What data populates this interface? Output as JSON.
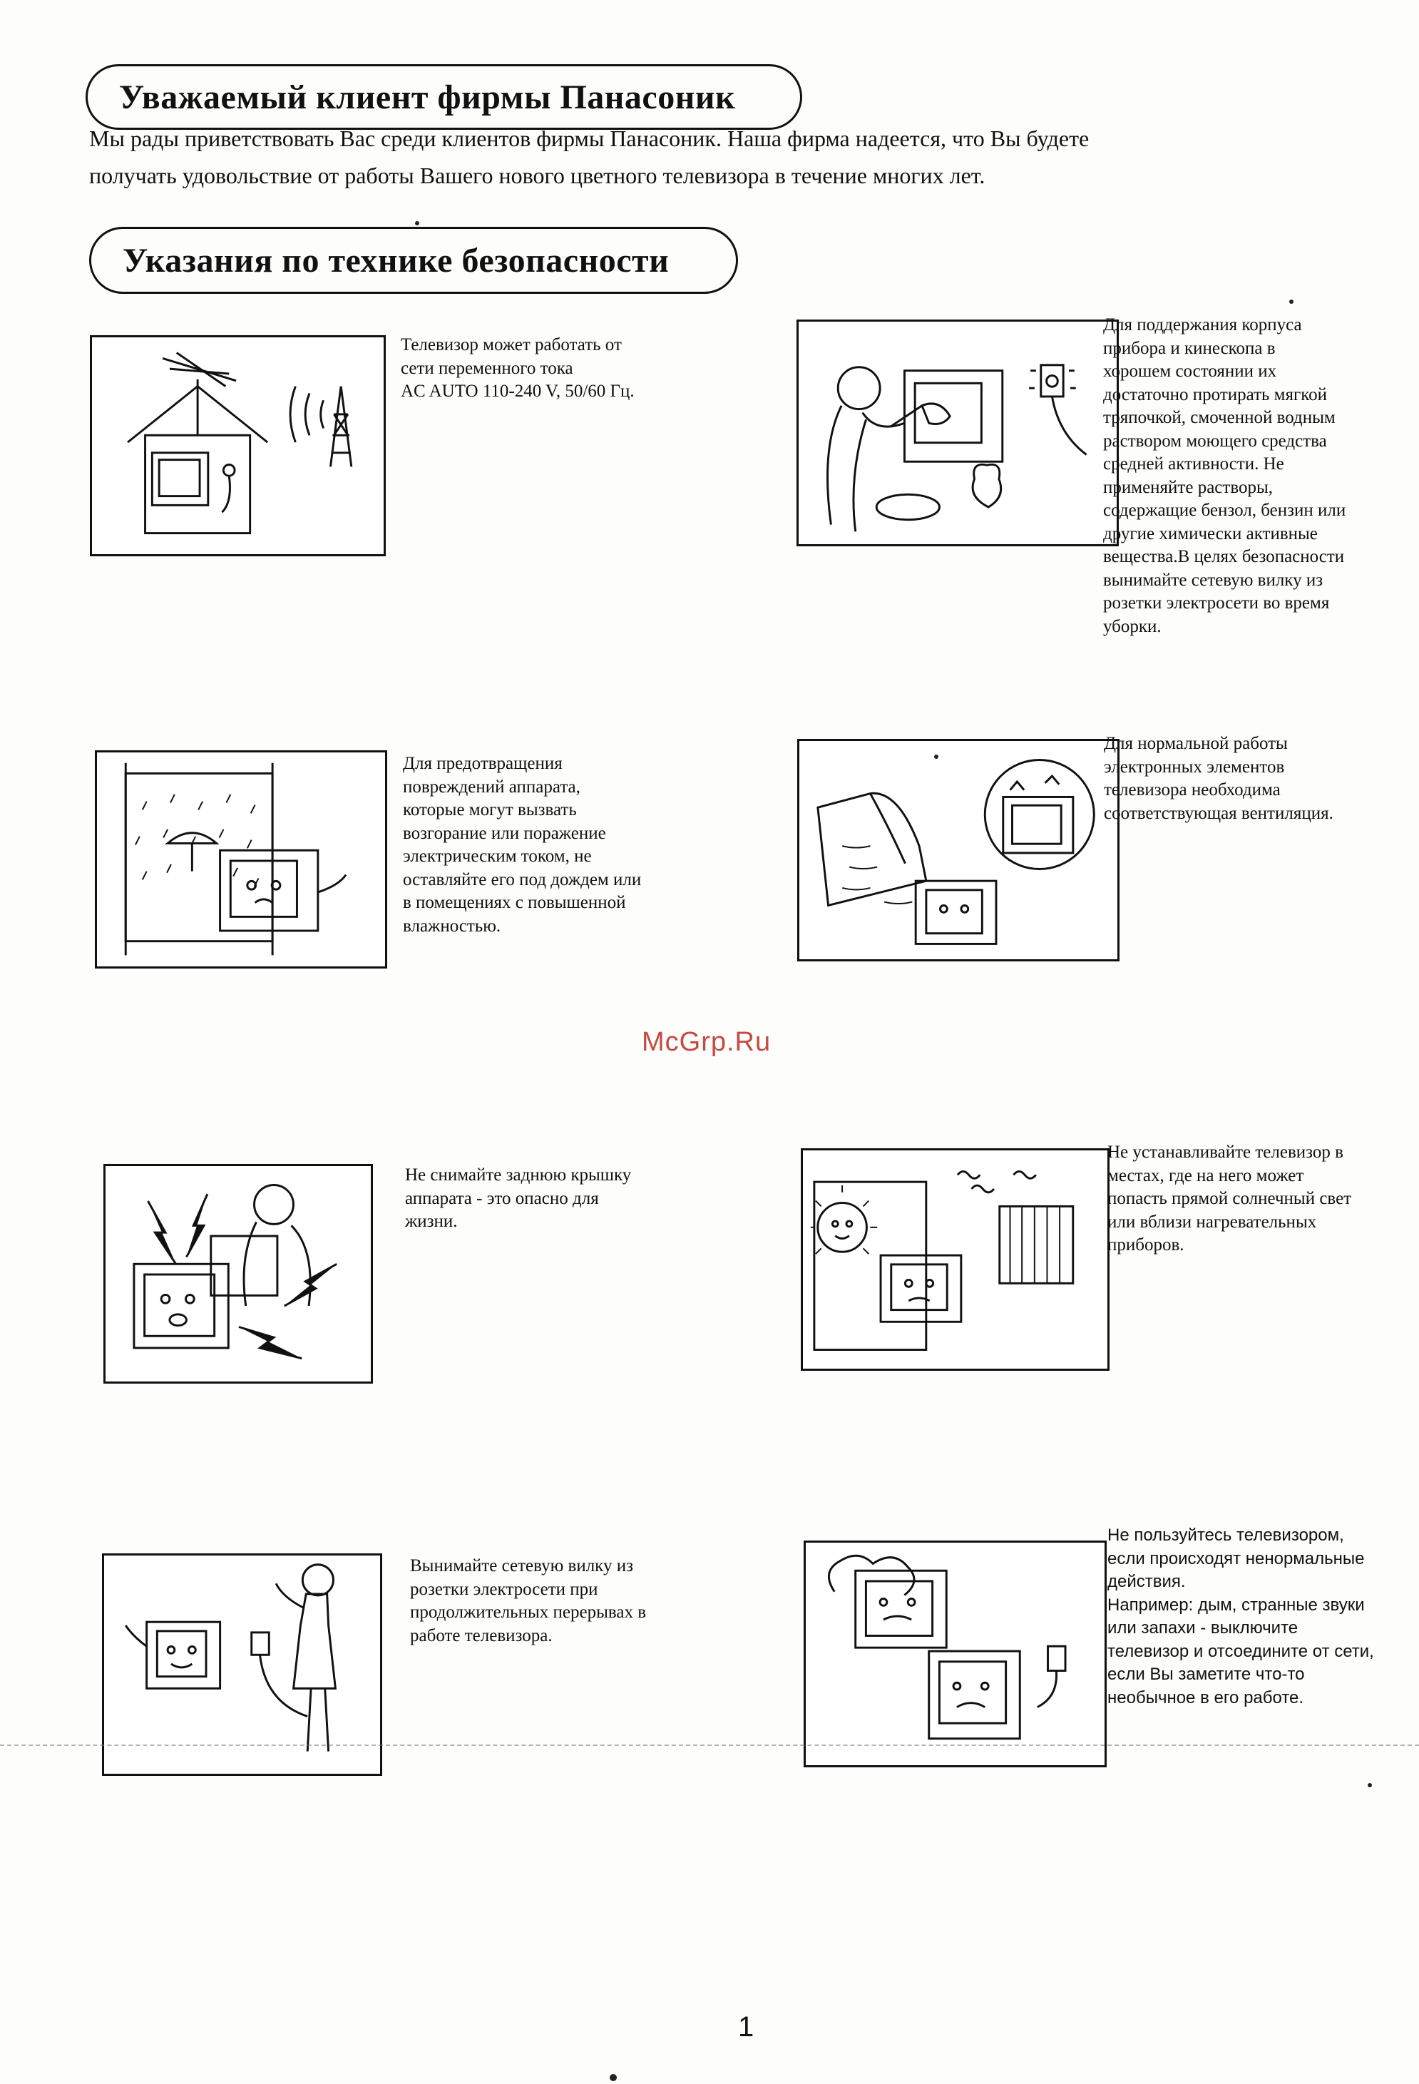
{
  "header": {
    "title": "Уважаемый клиент фирмы Панасоник",
    "intro": [
      "Мы рады приветствовать Вас среди клиентов фирмы Панасоник. Наша фирма надеется, что Вы будете",
      "получать удовольствие от работы Вашего нового цветного телевизора в течение многих лет."
    ]
  },
  "safety": {
    "title": "Указания по технике безопасности",
    "items": [
      {
        "icon": "house-antenna-icon",
        "text": "Телевизор может работать от\nсети переменного тока\nAC AUTO 110-240 V, 50/60 Гц."
      },
      {
        "icon": "cleaning-tv-icon",
        "text": "Для поддержания корпуса\nприбора и кинескопа в\nхорошем состоянии их\nдостаточно протирать мягкой\nтряпочкой, смоченной водным\nраствором моющего средства\nсредней активности. Не\nприменяйте растворы,\nсодержащие бензол, бензин или\nдругие химически активные\nвещества.В целях безопасности\nвынимайте сетевую вилку из\nрозетки электросети во время\nуборки."
      },
      {
        "icon": "rain-tv-icon",
        "text": "Для предотвращения\nповреждений аппарата,\nкоторые могут вызвать\nвозгорание или поражение\nэлектрическим током, не\nоставляйте его под дождем или\nв помещениях с повышенной\nвлажностью."
      },
      {
        "icon": "ventilation-tv-icon",
        "text": "Для нормальной работы\nэлектронных элементов\nтелевизора необходима\nсоответствующая вентиляция."
      },
      {
        "icon": "electric-shock-tv-icon",
        "text": "Не снимайте заднюю крышку\nаппарата - это опасно для\nжизни."
      },
      {
        "icon": "sun-heater-tv-icon",
        "text": "Не устанавливайте телевизор в\nместах, где на него может\nпопасть прямой солнечный свет\nили вблизи нагревательных\nприборов."
      },
      {
        "icon": "unplug-tv-icon",
        "text": "Вынимайте сетевую вилку из\nрозетки электросети при\nпродолжительных перерывах в\nработе телевизора."
      },
      {
        "icon": "smoke-tv-icon",
        "text": "Не пользуйтесь телевизором,\nесли происходят ненормальные\nдействия.\nНапример: дым, странные звуки\nили запахи - выключите\nтелевизор и отсоедините от сети,\nесли Вы заметите что-то\nнеобычное в его работе."
      }
    ]
  },
  "watermark": "McGrp.Ru",
  "page_number": "1"
}
